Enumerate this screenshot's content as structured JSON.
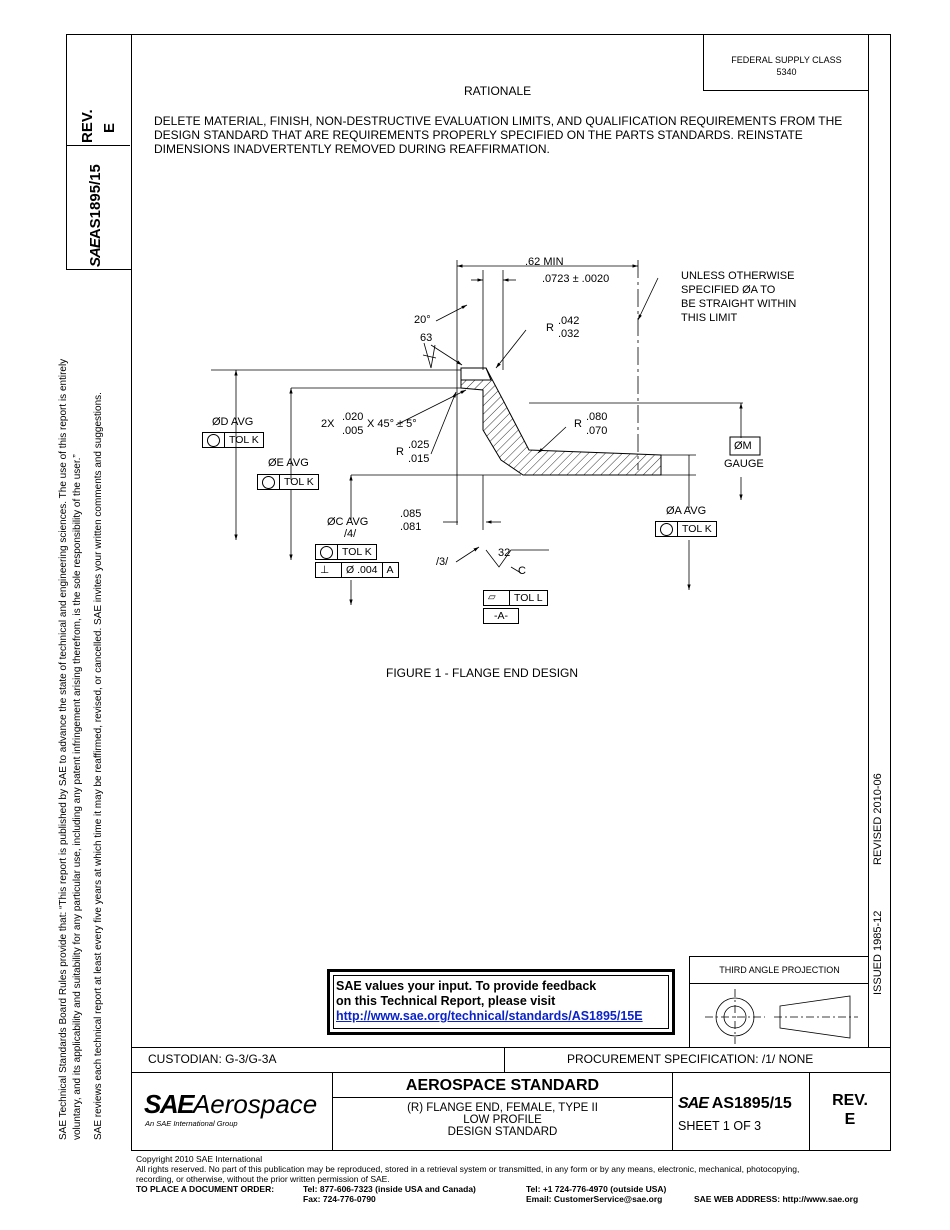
{
  "side_note": {
    "line1": "SAE Technical Standards Board Rules provide that: “This report is published by SAE to advance the state of technical and engineering sciences. The use of this report is entirely",
    "line2": "voluntary, and its applicability and suitability for any particular use, including any patent infringement arising therefrom, is the sole responsibility of the user.”",
    "line3": "SAE reviews each technical report at least every five years at which time it may be reaffirmed, revised, or cancelled. SAE invites your written comments and suggestions."
  },
  "left_block": {
    "rev": "REV.",
    "rev_letter": "E",
    "doc_id": "AS1895/15",
    "logo": "SAE"
  },
  "federal_supply": {
    "label": "FEDERAL SUPPLY CLASS",
    "value": "5340"
  },
  "right_strip": {
    "issued": "ISSUED 1985-12",
    "revised": "REVISED 2010-06"
  },
  "rationale": {
    "title": "RATIONALE",
    "text": "DELETE MATERIAL, FINISH, NON-DESTRUCTIVE EVALUATION LIMITS, AND QUALIFICATION REQUIREMENTS FROM THE DESIGN STANDARD THAT ARE REQUIREMENTS PROPERLY SPECIFIED ON THE PARTS STANDARDS. REINSTATE DIMENSIONS INADVERTENTLY REMOVED DURING REAFFIRMATION."
  },
  "drawing": {
    "caption": "FIGURE 1 - FLANGE END DESIGN",
    "min_dim": ".62 MIN",
    "thk_dim": ".0723 ± .0020",
    "note": [
      "UNLESS OTHERWISE",
      "SPECIFIED ØA TO",
      "BE STRAIGHT WITHIN",
      "THIS LIMIT"
    ],
    "angle": "20°",
    "finish": "63",
    "r1_hi": ".042",
    "r1_lo": ".032",
    "r2_hi": ".080",
    "r2_lo": ".070",
    "chamfer_2x": "2X",
    "chamfer_hi": ".020",
    "chamfer_lo": ".005",
    "chamfer_ang": "X 45° ± 5°",
    "r3_hi": ".025",
    "r3_lo": ".015",
    "r_label": "R",
    "d_avg": "ØD AVG",
    "e_avg": "ØE AVG",
    "c_avg": "ØC AVG",
    "c_note": "/4/",
    "a_avg": "ØA AVG",
    "tol_k": "TOL K",
    "tol_l": "TOL L",
    "perp_val": "Ø .004",
    "perp_ref": "A",
    "depth_hi": ".085",
    "depth_lo": ".081",
    "note3": "/3/",
    "finish2": "32",
    "datum_c": "C",
    "datum_a": "-A-",
    "gauge_m": "ØM",
    "gauge": "GAUGE"
  },
  "feedback": {
    "line1": "SAE values your input. To provide feedback",
    "line2": "on this Technical Report, please visit",
    "link": "http://www.sae.org/technical/standards/AS1895/15E"
  },
  "projection": {
    "title": "THIRD ANGLE PROJECTION"
  },
  "custodian": "CUSTODIAN: G-3/G-3A",
  "procurement": "PROCUREMENT SPECIFICATION: /1/ NONE",
  "title_block": {
    "logo_main": "SAE",
    "logo_word": "Aerospace",
    "logo_sub": "An SAE International Group",
    "std": "AEROSPACE STANDARD",
    "title1": "(R)  FLANGE END, FEMALE, TYPE II",
    "title2": "LOW PROFILE",
    "title3": "DESIGN STANDARD",
    "doc_no": "AS1895/15",
    "sheet": "SHEET 1 OF 3",
    "rev": "REV.",
    "rev_letter": "E"
  },
  "footer": {
    "copyright": "Copyright 2010 SAE International",
    "rights": "All rights reserved. No part of this publication may be reproduced, stored in a retrieval system or transmitted, in any form or by any means, electronic, mechanical, photocopying,",
    "rights2": "recording, or otherwise, without the prior written permission of SAE.",
    "order_label": "TO PLACE A DOCUMENT ORDER:",
    "tel_usa": "Tel: 877-606-7323 (inside USA and Canada)",
    "fax": "Fax: 724-776-0790",
    "tel_out": "Tel: +1 724-776-4970 (outside USA)",
    "email": "Email: CustomerService@sae.org",
    "web": "SAE WEB ADDRESS: http://www.sae.org"
  }
}
